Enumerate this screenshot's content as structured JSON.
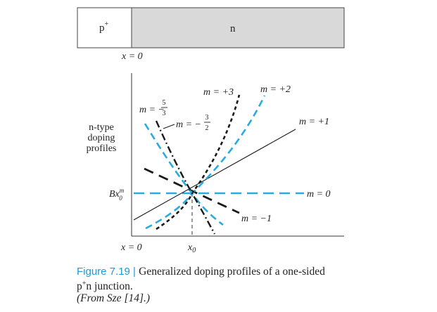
{
  "junction": {
    "p_label": "p",
    "p_sup": "+",
    "n_label": "n",
    "x0_label": "x = 0"
  },
  "colors": {
    "accent": "#29abe2",
    "black": "#1a1a1a",
    "n_region": "#d9d9d9"
  },
  "plot": {
    "ylabel_lines": [
      "n-type",
      "doping",
      "profiles"
    ],
    "bx_label": "Bx",
    "bx_sup": "m",
    "bx_sub": "0",
    "x_origin_label": "x = 0",
    "x0_tick_label": "x",
    "x0_tick_sub": "0"
  },
  "curves": {
    "m_plus_3": "m = +3",
    "m_plus_2": "m = +2",
    "m_plus_1": "m = +1",
    "m_zero": "m = 0",
    "m_minus_1": "m = −1",
    "m_minus_5_3": {
      "prefix": "m = −",
      "num": "5",
      "den": "3"
    },
    "m_minus_3_2": {
      "prefix": "m = −",
      "num": "3",
      "den": "2"
    }
  },
  "caption": {
    "figure_label": "Figure 7.19",
    "separator": " | ",
    "text_line1": "Generalized doping profiles of a one-sided",
    "text_line2_sup": "+",
    "text_line2": "n junction.",
    "text_line2_prefix": "p",
    "credit": "(From Sze [14].)"
  }
}
